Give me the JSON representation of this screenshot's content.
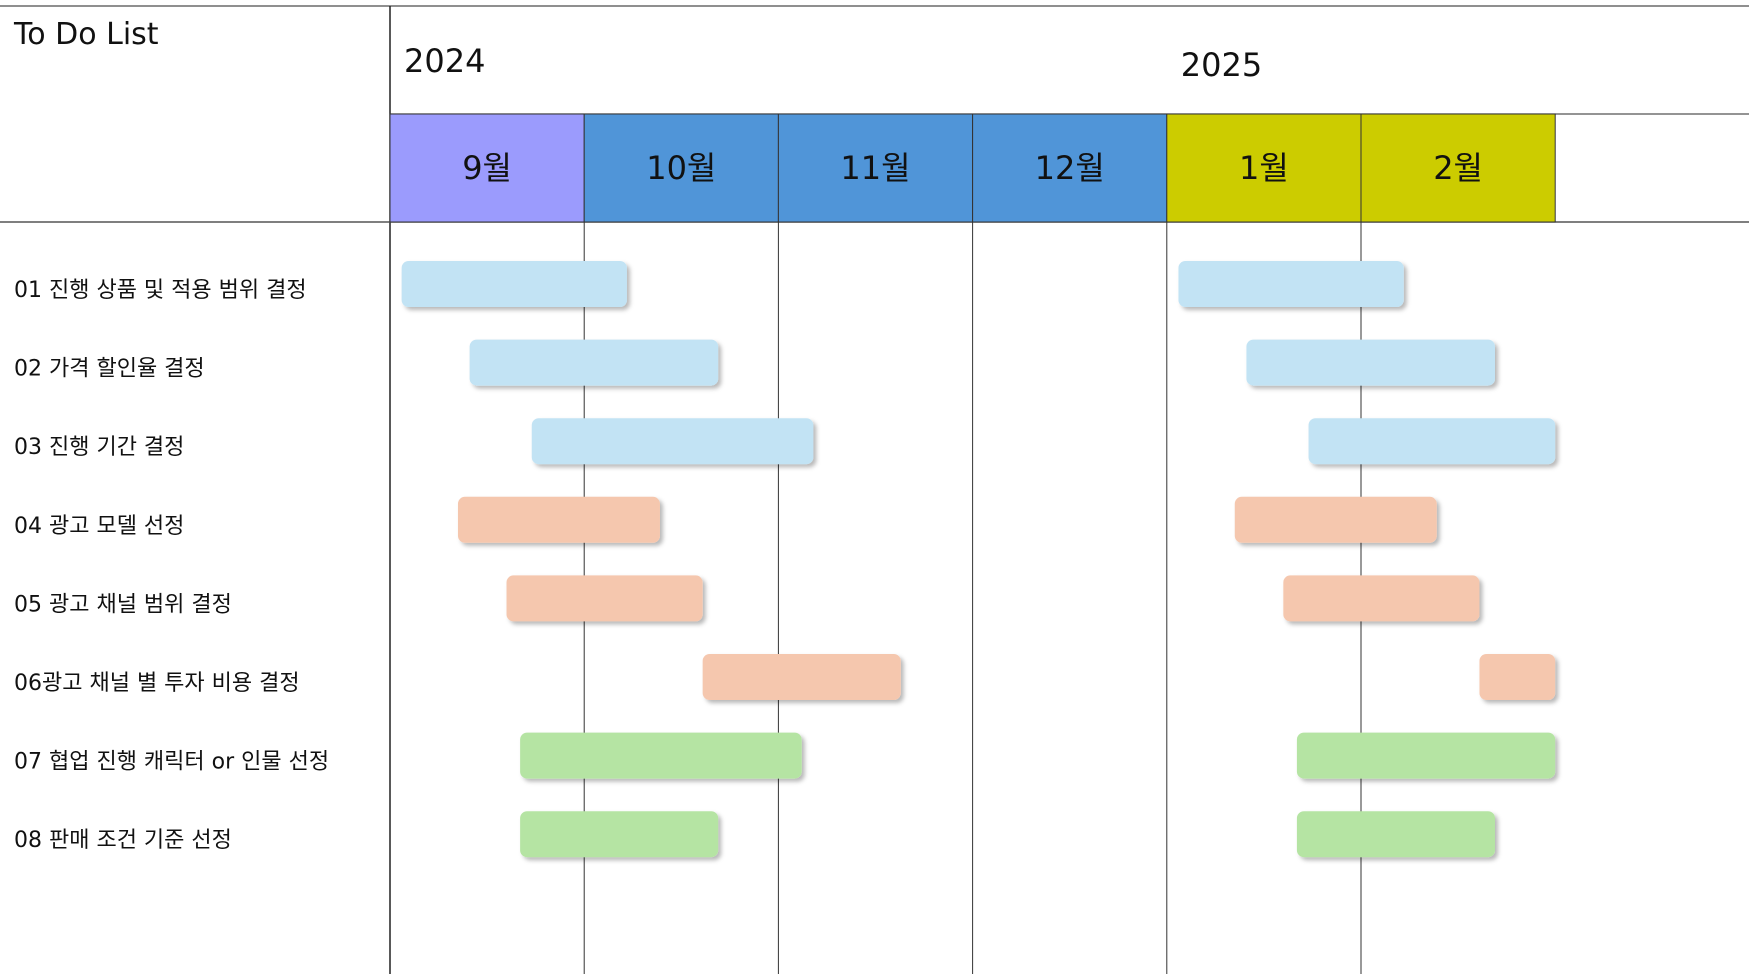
{
  "title": "To Do List",
  "years": [
    {
      "label": "2024",
      "month_start": 0
    },
    {
      "label": "2025",
      "month_start": 4
    }
  ],
  "months": [
    {
      "label": "9월",
      "color": "#9b9bfd"
    },
    {
      "label": "10월",
      "color": "#5095d8"
    },
    {
      "label": "11월",
      "color": "#5095d8"
    },
    {
      "label": "12월",
      "color": "#5095d8"
    },
    {
      "label": "1월",
      "color": "#cccc00"
    },
    {
      "label": "2월",
      "color": "#cccc00"
    }
  ],
  "category_colors": {
    "blue": "#c2e3f4",
    "orange": "#f5c7ae",
    "green": "#b5e4a3"
  },
  "chart_data": {
    "type": "gantt",
    "x_unit": "month index (0 = 9월 2024, 1 = 10월, ... 5 = 2월 2025)",
    "tasks": [
      {
        "name": "01 진행 상품 및 적용 범위 결정",
        "color": "blue",
        "bars": [
          {
            "start": 0.06,
            "end": 1.22
          },
          {
            "start": 4.06,
            "end": 5.22
          }
        ]
      },
      {
        "name": "02 가격 할인율 결정",
        "color": "blue",
        "bars": [
          {
            "start": 0.41,
            "end": 1.69
          },
          {
            "start": 4.41,
            "end": 5.69
          }
        ]
      },
      {
        "name": "03 진행 기간 결정",
        "color": "blue",
        "bars": [
          {
            "start": 0.73,
            "end": 2.18
          },
          {
            "start": 4.73,
            "end": 6.0
          }
        ]
      },
      {
        "name": "04 광고 모델 선정",
        "color": "orange",
        "bars": [
          {
            "start": 0.35,
            "end": 1.39
          },
          {
            "start": 4.35,
            "end": 5.39
          }
        ]
      },
      {
        "name": "05 광고 채널 범위 결정",
        "color": "orange",
        "bars": [
          {
            "start": 0.6,
            "end": 1.61
          },
          {
            "start": 4.6,
            "end": 5.61
          }
        ]
      },
      {
        "name": "06광고 채널 별 투자 비용 결정",
        "color": "orange",
        "bars": [
          {
            "start": 1.61,
            "end": 2.63
          },
          {
            "start": 5.61,
            "end": 6.0
          }
        ]
      },
      {
        "name": "07 협업 진행 캐릭터 or 인물 선정",
        "color": "green",
        "bars": [
          {
            "start": 0.67,
            "end": 2.12
          },
          {
            "start": 4.67,
            "end": 6.0
          }
        ]
      },
      {
        "name": "08 판매 조건 기준 선정",
        "color": "green",
        "bars": [
          {
            "start": 0.67,
            "end": 1.69
          },
          {
            "start": 4.67,
            "end": 5.69
          }
        ]
      }
    ]
  }
}
